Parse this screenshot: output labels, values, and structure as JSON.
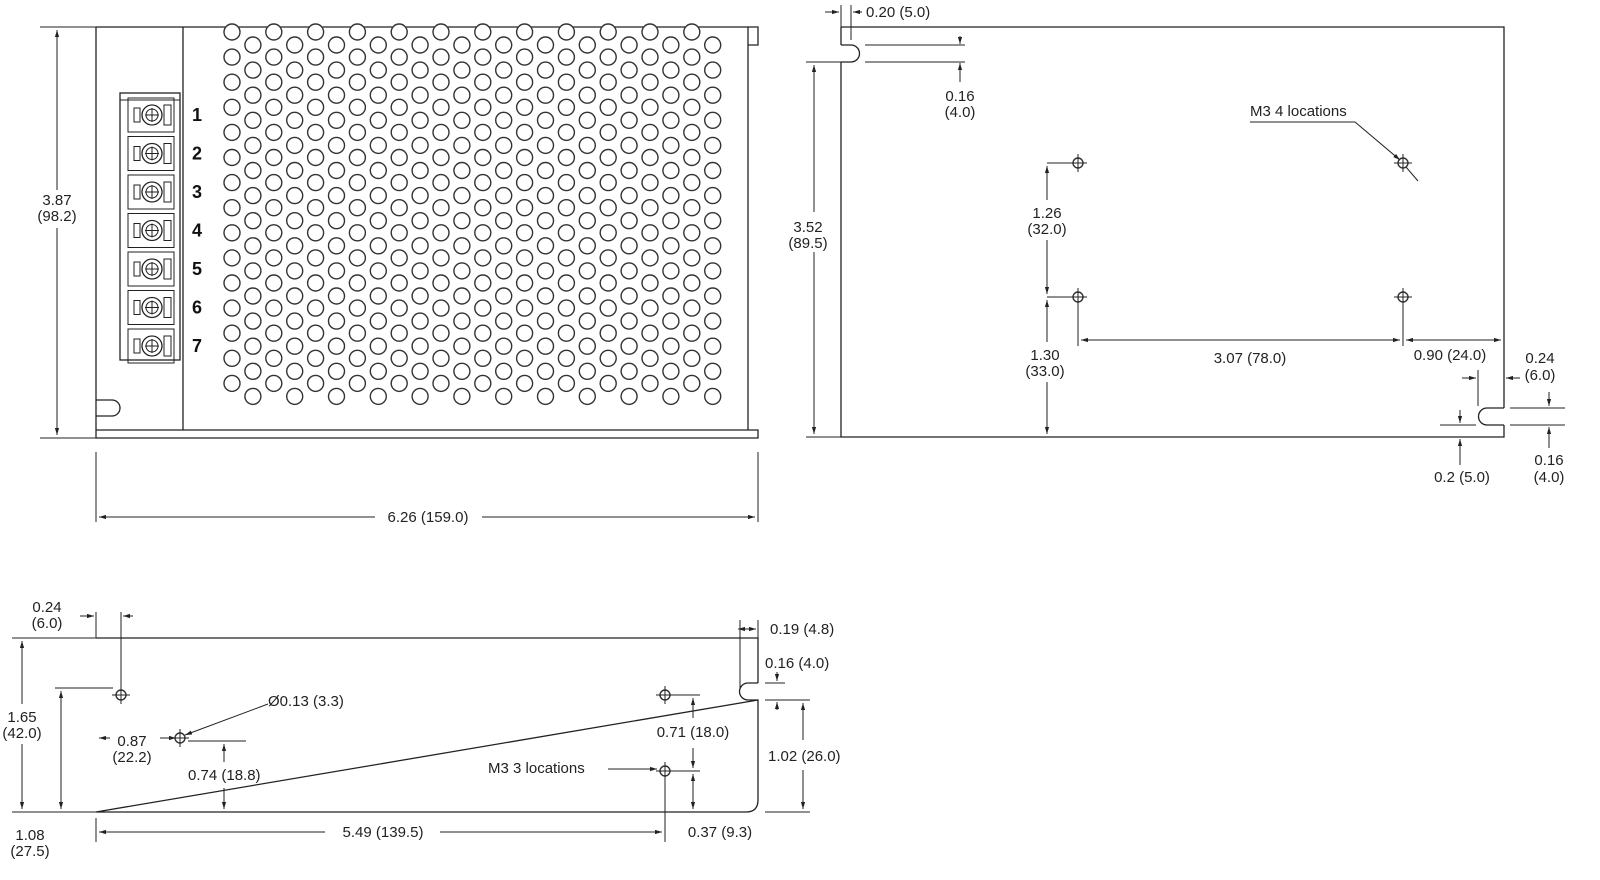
{
  "front_view": {
    "terminals": [
      "1",
      "2",
      "3",
      "4",
      "5",
      "6",
      "7"
    ],
    "height_dim": [
      "3.87",
      "(98.2)"
    ],
    "width_dim": "6.26 (159.0)"
  },
  "top_view": {
    "slot_width": "0.20 (5.0)",
    "slot_height": [
      "0.16",
      "(4.0)"
    ],
    "mount_note": "M3 4 locations",
    "hole_spacing_v": [
      "1.26",
      "(32.0)"
    ],
    "overall_height": [
      "3.52",
      "(89.5)"
    ],
    "hole_from_bottom": [
      "1.30",
      "(33.0)"
    ],
    "hole_spacing_h": "3.07 (78.0)",
    "hole_from_right": "0.90 (24.0)",
    "slot_depth": [
      "0.24",
      "(6.0)"
    ],
    "slot_from_bottom": "0.2 (5.0)",
    "slot2_height": [
      "0.16",
      "(4.0)"
    ]
  },
  "side_view": {
    "hole_from_left": [
      "0.24",
      "(6.0)"
    ],
    "height": [
      "1.65",
      "(42.0)"
    ],
    "hole_height": [
      "1.08",
      "(27.5)"
    ],
    "hole2_from_left": [
      "0.87",
      "(22.2)"
    ],
    "diameter": "Ø0.13 (3.3)",
    "hole2_height": "0.74 (18.8)",
    "hole_spacing": "5.49 (139.5)",
    "mount_note": "M3 3 locations",
    "right_hole_spacing": "0.71 (18.0)",
    "right_hole_bottom": "0.37 (9.3)",
    "slot_depth": "0.19 (4.8)",
    "slot_height": "0.16 (4.0)",
    "slot_from_bottom": "1.02 (26.0)"
  }
}
